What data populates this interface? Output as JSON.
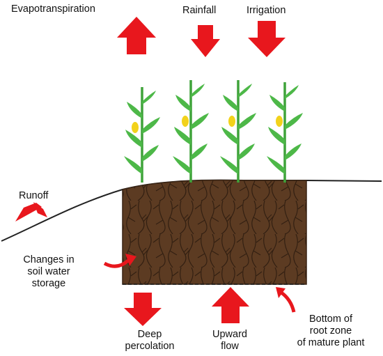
{
  "labels": {
    "evapotranspiration": "Evapotranspiration",
    "rainfall": "Rainfall",
    "irrigation": "Irrigation",
    "runoff": "Runoff",
    "changes_storage": [
      "Changes in",
      "soil water",
      "storage"
    ],
    "deep_percolation": [
      "Deep",
      "percolation"
    ],
    "upward_flow": [
      "Upward",
      "flow"
    ],
    "bottom_root_zone": [
      "Bottom of",
      "root zone",
      "of mature plant"
    ]
  },
  "colors": {
    "arrow": "#e8171d",
    "soil": "#5c3b22",
    "root": "#2e1c10",
    "stalk": "#3fa33a",
    "leaf": "#4db848",
    "corn": "#f2d21b",
    "ground_line": "#222222"
  },
  "icons": {
    "flux_arrow": "block-arrow",
    "curved_arrow": "curved-arrow",
    "plant": "corn-plant-icon"
  }
}
